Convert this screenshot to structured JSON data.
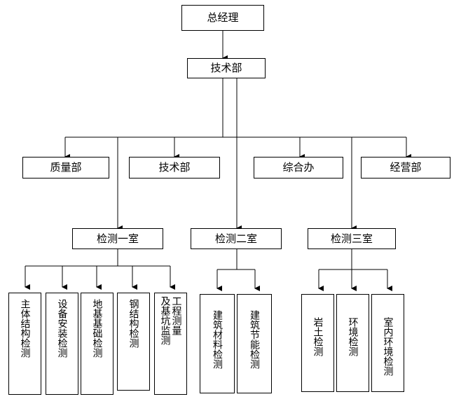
{
  "diagram": {
    "root": "总经理",
    "level2": "技术部",
    "departments": [
      "质量部",
      "技术部",
      "综合办",
      "经营部"
    ],
    "labs": [
      {
        "name": "检测一室",
        "units": [
          "主体结构检测",
          "设备安装检测",
          "地基基础检测",
          "钢结构检测",
          "工程测量及基坑监测"
        ]
      },
      {
        "name": "检测二室",
        "units": [
          "建筑材料检测",
          "建筑节能检测"
        ]
      },
      {
        "name": "检测三室",
        "units": [
          "岩土检测",
          "环境检测",
          "室内环境检测"
        ]
      }
    ],
    "unit5_col1": "工程测量",
    "unit5_col2": "及基坑监测"
  }
}
